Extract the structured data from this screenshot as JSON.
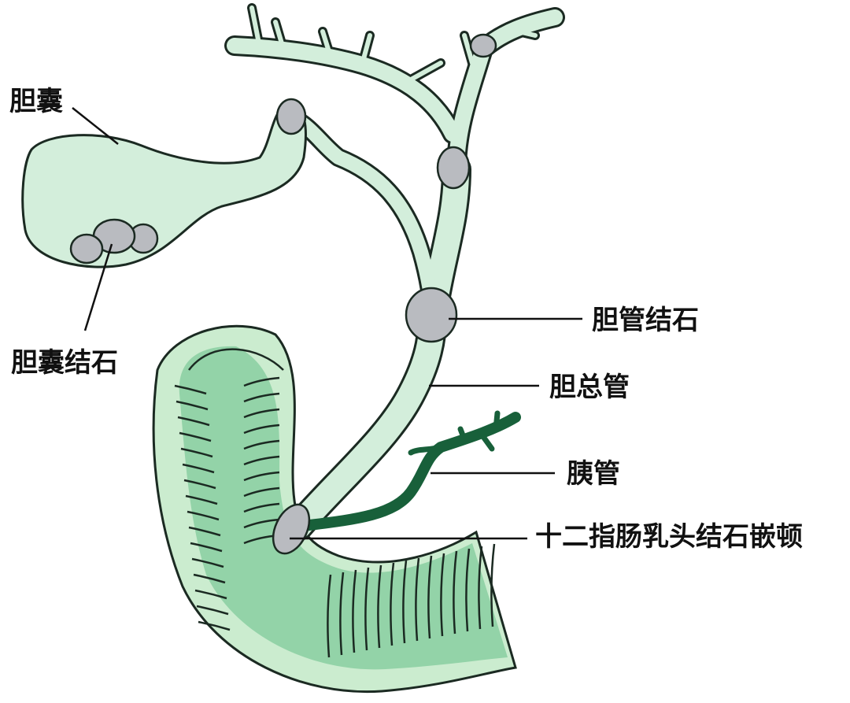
{
  "labels": {
    "gallbladder": "胆囊",
    "gallbladder_stones": "胆囊结石",
    "bile_duct_stone": "胆管结石",
    "common_bile_duct": "胆总管",
    "pancreatic_duct": "胰管",
    "papilla_impaction": "十二指肠乳头结石嵌顿"
  },
  "colors": {
    "duct_fill": "#d3eedb",
    "duodenum_outer": "#cbeccf",
    "duodenum_inner": "#93d3a8",
    "pancreatic_duct": "#18603a",
    "stone": "#b9bbc0",
    "outline": "#1b2a22"
  }
}
